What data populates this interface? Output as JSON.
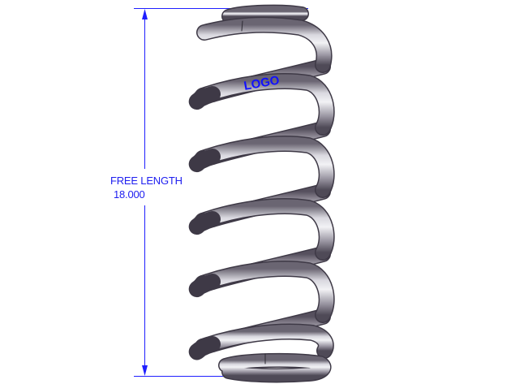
{
  "drawing": {
    "dimension": {
      "title": "FREE LENGTH",
      "value": "18.000",
      "color": "#1f1fff"
    },
    "spring": {
      "logo_text": "LOGO",
      "logo_color": "#1010ff",
      "wire_color": "#9a97a3",
      "highlight_color": "#e4e3ea",
      "shadow_color": "#5d5866",
      "active_coils": 5,
      "end_type": "closed"
    }
  }
}
